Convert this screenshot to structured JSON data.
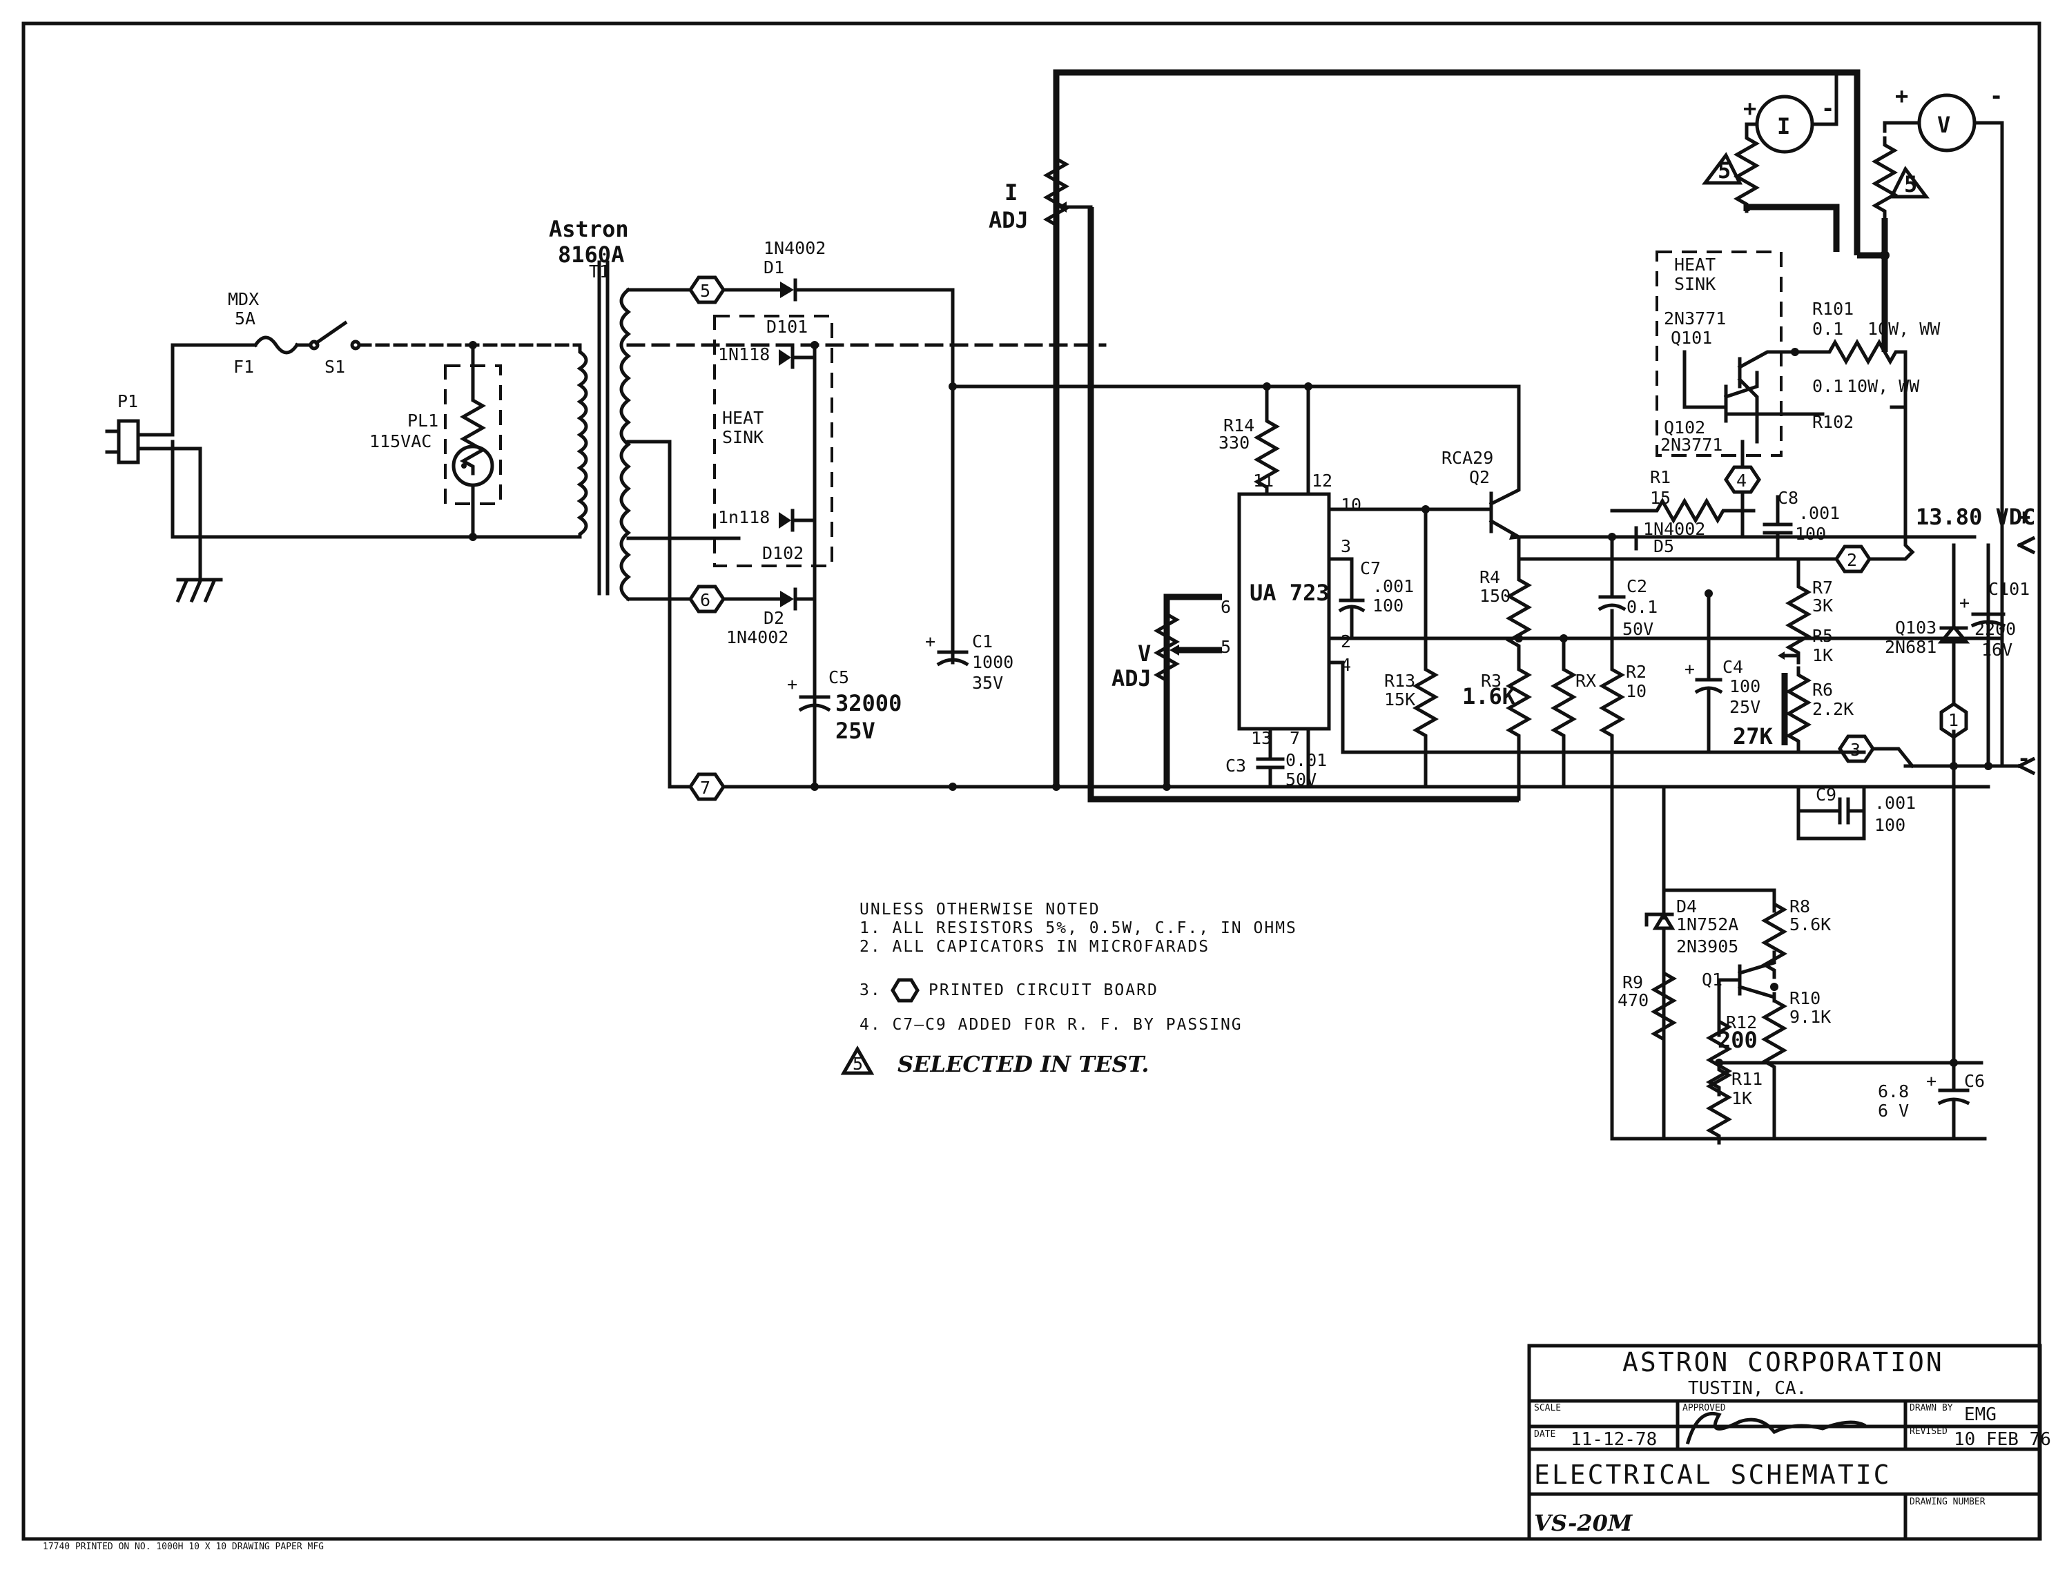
{
  "transformer": {
    "brand": "Astron",
    "model": "8160A",
    "ref": "T1"
  },
  "fuse": {
    "name": "MDX",
    "rating": "5A",
    "ref": "F1"
  },
  "switch": {
    "ref": "S1"
  },
  "plug": {
    "ref": "P1"
  },
  "pilot_lamp": {
    "ref": "PL1",
    "value": "115VAC"
  },
  "d1": {
    "part": "1N4002",
    "ref": "D1"
  },
  "d2": {
    "part": "1N4002",
    "ref": "D2"
  },
  "d101": {
    "ref": "D101",
    "part": "1N118"
  },
  "d102": {
    "ref": "D102",
    "part": "1n118"
  },
  "heat_sink_label": [
    "HEAT",
    "SINK"
  ],
  "c1": {
    "ref": "C1",
    "value": "1000",
    "voltage": "35V"
  },
  "c5": {
    "ref": "C5",
    "value": "32000",
    "voltage": "25V"
  },
  "i_adj": [
    "I",
    "ADJ"
  ],
  "v_adj": [
    "V",
    "ADJ"
  ],
  "r14": {
    "ref": "R14",
    "value": "330"
  },
  "ic": {
    "name": "UA 723",
    "pins": [
      "11",
      "12",
      "10",
      "3",
      "6",
      "5",
      "2",
      "4",
      "13",
      "7"
    ]
  },
  "c7": {
    "ref": "C7",
    "value": ".001",
    "voltage": "100"
  },
  "c3": {
    "ref": "C3",
    "value": "0.01",
    "voltage": "50V"
  },
  "q2": {
    "part": "RCA29",
    "ref": "Q2"
  },
  "r4": {
    "ref": "R4",
    "value": "150"
  },
  "r13": {
    "ref": "R13",
    "value": "15K"
  },
  "r3": {
    "ref": "R3",
    "value": "1.6K"
  },
  "rx": {
    "ref": "RX"
  },
  "r2": {
    "ref": "R2",
    "value": "10"
  },
  "c2": {
    "ref": "C2",
    "value": "0.1",
    "voltage": "50V"
  },
  "r1": {
    "ref": "R1",
    "value": "15"
  },
  "d5": {
    "part": "1N4002",
    "ref": "D5"
  },
  "c8": {
    "ref": "C8",
    "value": ".001",
    "voltage": "100"
  },
  "c9": {
    "ref": "C9",
    "value": ".001",
    "voltage": "100"
  },
  "c4": {
    "ref": "C4",
    "value": "100",
    "voltage": "25V"
  },
  "r7": {
    "ref": "R7",
    "value": "3K"
  },
  "r5": {
    "ref": "R5",
    "value": "1K"
  },
  "r6": {
    "ref": "R6",
    "value": "2.2K"
  },
  "r6_extra": "27K",
  "q101": {
    "part": "2N3771",
    "ref": "Q101"
  },
  "q102": {
    "part": "2N3771",
    "ref": "Q102"
  },
  "r101": {
    "ref": "R101",
    "value": "0.1",
    "rating": "10W, WW"
  },
  "r102": {
    "ref": "R102",
    "value": "0.1",
    "rating": "10W, WW"
  },
  "output": {
    "voltage": "13.80 VDC",
    "plus": "+",
    "minus": "-"
  },
  "c101": {
    "ref": "C101",
    "value": "2200",
    "voltage": "16V"
  },
  "q103": {
    "ref": "Q103",
    "part": "2N681"
  },
  "meter_i": {
    "symbol": "I",
    "plus": "+",
    "minus": "-"
  },
  "meter_v": {
    "symbol": "V",
    "plus": "+",
    "minus": "-"
  },
  "selected_mark": "5",
  "d4": {
    "ref": "D4",
    "part": "1N752A"
  },
  "q1": {
    "part": "2N3905",
    "ref": "Q1"
  },
  "r8": {
    "ref": "R8",
    "value": "5.6K"
  },
  "r9": {
    "ref": "R9",
    "value": "470"
  },
  "r10": {
    "ref": "R10",
    "value": "9.1K"
  },
  "r12": {
    "ref": "R12",
    "value": "200"
  },
  "r11": {
    "ref": "R11",
    "value": "1K"
  },
  "c6": {
    "ref": "C6",
    "value": "6.8",
    "voltage": "6 V"
  },
  "pcb_points": [
    "5",
    "6",
    "7",
    "4",
    "2",
    "3",
    "1"
  ],
  "notes": {
    "header": "UNLESS OTHERWISE NOTED",
    "n1": "1. ALL RESISTORS 5%, 0.5W, C.F., IN OHMS",
    "n2": "2. ALL CAPICATORS IN MICROFARADS",
    "n3": "PRINTED CIRCUIT BOARD",
    "n3_num": "3.",
    "n4": "4. C7—C9  ADDED FOR R. F. BY PASSING",
    "selected": "SELECTED  IN TEST.",
    "selected_num": "5"
  },
  "title_block": {
    "company": "ASTRON CORPORATION",
    "city": "TUSTIN, CA.",
    "scale_label": "SCALE",
    "date_label": "DATE",
    "date": "11-12-78",
    "approved_label": "APPROVED",
    "drawn_label": "DRAWN BY",
    "drawn": "EMG",
    "revised_label": "REVISED",
    "revised": "10 FEB 76",
    "title": "ELECTRICAL SCHEMATIC",
    "model": "VS-20M",
    "drawing_number_label": "DRAWING NUMBER"
  },
  "footer": "17740   PRINTED ON NO. 1000H  10 X 10 DRAWING PAPER MFG"
}
